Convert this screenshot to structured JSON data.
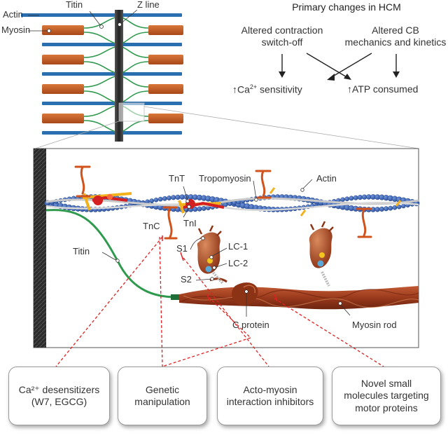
{
  "sarcomere_labels": {
    "actin": "Actin",
    "myosin": "Myosin",
    "titin": "Titin",
    "z_line": "Z line"
  },
  "hcm": {
    "title": "Primary changes in HCM",
    "cause_left_line1": "Altered contraction",
    "cause_left_line2": "switch-off",
    "cause_right_line1": "Altered CB",
    "cause_right_line2": "mechanics and kinetics",
    "effect_left_prefix": "Ca",
    "effect_left_sup": "2+",
    "effect_left_suffix": " sensitivity",
    "effect_right": "ATP consumed",
    "up_arrow": "↑"
  },
  "detail_labels": {
    "tnt": "TnT",
    "tropomyosin": "Tropomyosin",
    "actin": "Actin",
    "tnc": "TnC",
    "tni": "TnI",
    "titin": "Titin",
    "s1": "S1",
    "lc1": "LC-1",
    "lc2": "LC-2",
    "s2": "S2",
    "c_protein": "C protein",
    "myosin_rod": "Myosin rod"
  },
  "interventions": [
    {
      "line1": "Ca²⁺ desensitizers",
      "line2": "(W7, EGCG)",
      "line3": ""
    },
    {
      "line1": "Genetic",
      "line2": "manipulation",
      "line3": ""
    },
    {
      "line1": "Acto-myosin",
      "line2": "interaction inhibitors",
      "line3": ""
    },
    {
      "line1": "Novel small",
      "line2": "molecules targeting",
      "line3": "motor proteins"
    }
  ],
  "colors": {
    "actin_filament": "#2a6fb0",
    "myosin_filament": "#c8621f",
    "titin": "#2f9a4e",
    "z_line": "#3a3a3a",
    "actin_bead": "#3b63b5",
    "troponin_red": "#d42020",
    "tropomyosin_yellow": "#f2b21e",
    "tether_orange": "#d2521c",
    "myosin_brown": "#a8401e",
    "dashed_red": "#e02020"
  }
}
